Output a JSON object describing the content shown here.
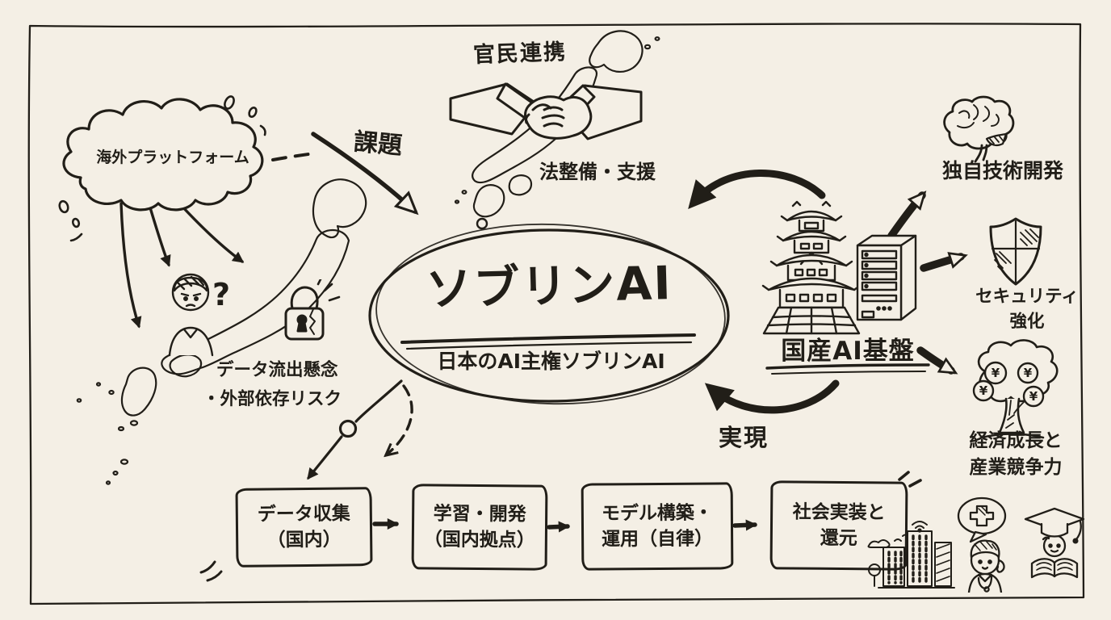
{
  "canvas": {
    "background": "#f4efe5",
    "ink": "#211e18"
  },
  "cloud": {
    "label": "海外プラットフォーム"
  },
  "labels": {
    "challenge": "課題",
    "partnership": "官民連携",
    "legal_support": "法整備・支援",
    "realization": "実現"
  },
  "center": {
    "title": "ソブリンAI",
    "subtitle": "日本のAI主権ソブリンAI"
  },
  "risk": {
    "line1": "データ流出懸念",
    "line2": "・外部依存リスク"
  },
  "domestic_base": {
    "label": "国産AI基盤"
  },
  "outcomes": {
    "technology": {
      "label": "独自技術開発"
    },
    "security": {
      "line1": "セキュリティ",
      "line2": "強化"
    },
    "economy": {
      "line1": "経済成長と",
      "line2": "産業競争力"
    }
  },
  "process": {
    "steps": [
      {
        "line1": "データ収集",
        "line2": "（国内）"
      },
      {
        "line1": "学習・開発",
        "line2": "（国内拠点）"
      },
      {
        "line1": "モデル構築・",
        "line2": "運用（自律）"
      },
      {
        "line1": "社会実装と",
        "line2": "還元"
      }
    ]
  },
  "symbols": {
    "question": "?",
    "yen": "¥"
  }
}
